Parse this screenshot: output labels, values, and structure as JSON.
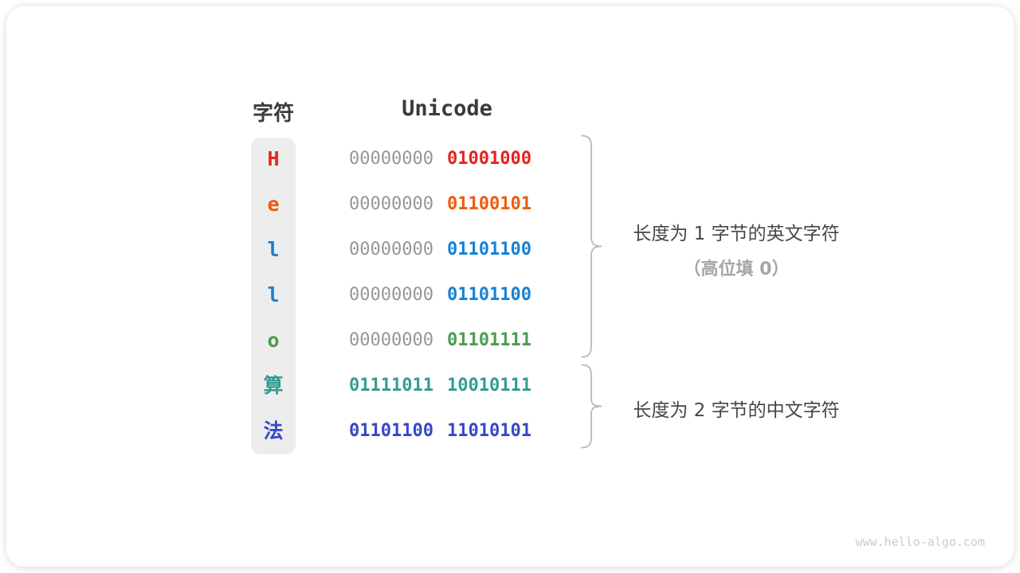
{
  "table": {
    "headers": {
      "char": "字符",
      "unicode": "Unicode"
    },
    "rows": [
      {
        "char": "H",
        "byte1": "00000000",
        "byte2": "01001000",
        "color": "#e2241c",
        "byte1_color": "#969696",
        "byte1_bold": false
      },
      {
        "char": "e",
        "byte1": "00000000",
        "byte2": "01100101",
        "color": "#ee5b08",
        "byte1_color": "#969696",
        "byte1_bold": false
      },
      {
        "char": "l",
        "byte1": "00000000",
        "byte2": "01101100",
        "color": "#1681d5",
        "byte1_color": "#969696",
        "byte1_bold": false
      },
      {
        "char": "l",
        "byte1": "00000000",
        "byte2": "01101100",
        "color": "#1681d5",
        "byte1_color": "#969696",
        "byte1_bold": false
      },
      {
        "char": "o",
        "byte1": "00000000",
        "byte2": "01101111",
        "color": "#4c9c4f",
        "byte1_color": "#969696",
        "byte1_bold": false
      },
      {
        "char": "算",
        "byte1": "01111011",
        "byte2": "10010111",
        "color": "#349c8d",
        "byte1_color": "#349c8d",
        "byte1_bold": true
      },
      {
        "char": "法",
        "byte1": "01101100",
        "byte2": "11010101",
        "color": "#3448c9",
        "byte1_color": "#3448c9",
        "byte1_bold": true
      }
    ]
  },
  "annotations": {
    "group1": {
      "line1": "长度为 1 字节的英文字符",
      "line2": "（高位填 0）"
    },
    "group2": {
      "line1": "长度为 2 字节的中文字符"
    }
  },
  "watermark": "www.hello-algo.com",
  "colors": {
    "zeros_gray": "#969696",
    "header_text": "#3b3b3b",
    "label_dark": "#474747",
    "label_gray": "#a5a5a5",
    "brace": "#b5b5b5",
    "column_bg": "#ededed",
    "watermark": "#cbcbcb"
  },
  "layout_meta": {
    "row_top_start": 163,
    "row_spacing": 57
  }
}
